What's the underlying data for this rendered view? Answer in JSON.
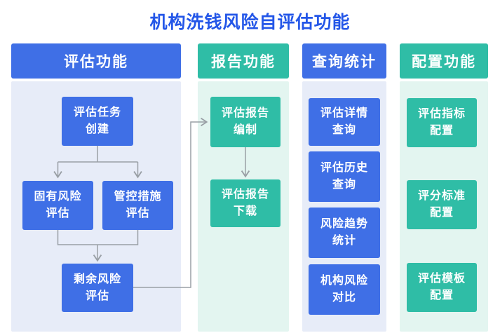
{
  "title": "机构洗钱风险自评估功能",
  "colors": {
    "title_blue": "#2356E8",
    "blue": "#3F6FE6",
    "teal": "#2FBDA6",
    "blue_bg": "#E7ECF8",
    "teal_bg": "#E3F5F0",
    "connector": "#9AA0A6"
  },
  "columns": [
    {
      "header": "评估功能",
      "nodes": [
        {
          "lines": [
            "评估任务",
            "创建"
          ]
        },
        {
          "lines": [
            "固有风险",
            "评估"
          ]
        },
        {
          "lines": [
            "管控措施",
            "评估"
          ]
        },
        {
          "lines": [
            "剩余风险",
            "评估"
          ]
        }
      ]
    },
    {
      "header": "报告功能",
      "nodes": [
        {
          "lines": [
            "评估报告",
            "编制"
          ]
        },
        {
          "lines": [
            "评估报告",
            "下载"
          ]
        }
      ]
    },
    {
      "header": "查询统计",
      "nodes": [
        {
          "lines": [
            "评估详情",
            "查询"
          ]
        },
        {
          "lines": [
            "评估历史",
            "查询"
          ]
        },
        {
          "lines": [
            "风险趋势",
            "统计"
          ]
        },
        {
          "lines": [
            "机构风险",
            "对比"
          ]
        }
      ]
    },
    {
      "header": "配置功能",
      "nodes": [
        {
          "lines": [
            "评估指标",
            "配置"
          ]
        },
        {
          "lines": [
            "评分标准",
            "配置"
          ]
        },
        {
          "lines": [
            "评估模板",
            "配置"
          ]
        }
      ]
    }
  ]
}
